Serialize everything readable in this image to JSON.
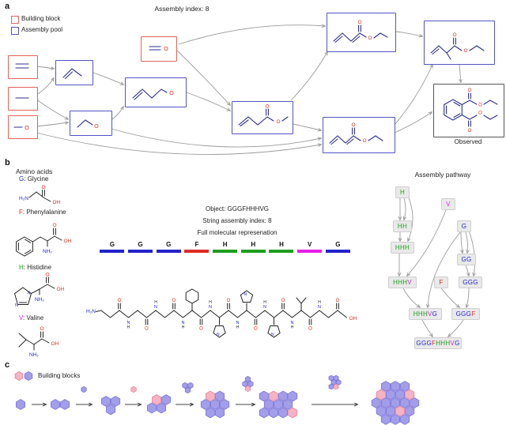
{
  "panel_a": {
    "label": "a",
    "title": "Assembly index: 8",
    "legend": [
      {
        "label": "Building block"
      },
      {
        "label": "Assembly pool"
      }
    ],
    "observed_label": "Observed"
  },
  "panel_b": {
    "label": "b",
    "amino_acids_title": "Amino acids",
    "amino_acids": [
      {
        "abbr": "G:",
        "name": "Glycine"
      },
      {
        "abbr": "F:",
        "name": "Phenylalanine"
      },
      {
        "abbr": "H:",
        "name": "Histidine"
      },
      {
        "abbr": "V:",
        "name": "Valine"
      }
    ],
    "object_line": "Object: GGGFHHHVG",
    "index_line": "String assembly index: 8",
    "representation_line": "Full molecular represenation",
    "sequence": [
      "G",
      "G",
      "G",
      "F",
      "H",
      "H",
      "H",
      "V",
      "G"
    ],
    "pathway_title": "Assembly pathway",
    "pathway_nodes": [
      "H",
      "V",
      "HH",
      "G",
      "HHH",
      "GG",
      "HHHV",
      "F",
      "GGG",
      "HHHVG",
      "GGGF",
      "GGGFHHHVG"
    ]
  },
  "panel_c": {
    "label": "c",
    "legend_label": "Building blocks",
    "steps": [
      [
        [
          0,
          0,
          "p"
        ]
      ],
      [
        [
          0,
          0,
          "p"
        ],
        [
          1,
          0,
          "p"
        ]
      ],
      [
        [
          0,
          0,
          "p"
        ],
        [
          1,
          0,
          "p"
        ],
        [
          0,
          1,
          "p"
        ]
      ],
      [
        [
          0,
          0,
          "k"
        ],
        [
          1,
          0,
          "p"
        ],
        [
          -1,
          1,
          "p"
        ],
        [
          0,
          1,
          "p"
        ]
      ],
      [
        [
          0,
          0,
          "p"
        ],
        [
          1,
          0,
          "p"
        ],
        [
          -1,
          0,
          "p"
        ],
        [
          0,
          1,
          "p"
        ],
        [
          -1,
          1,
          "p"
        ],
        [
          0,
          -1,
          "k"
        ],
        [
          1,
          -1,
          "p"
        ]
      ],
      [
        [
          0,
          0,
          "p"
        ],
        [
          1,
          0,
          "p"
        ],
        [
          -1,
          0,
          "p"
        ],
        [
          0,
          1,
          "p"
        ],
        [
          -1,
          1,
          "p"
        ],
        [
          0,
          -1,
          "k"
        ],
        [
          1,
          -1,
          "p"
        ],
        [
          2,
          -1,
          "p"
        ],
        [
          1,
          1,
          "k"
        ],
        [
          -2,
          1,
          "p"
        ],
        [
          -1,
          -1,
          "p"
        ]
      ],
      [
        [
          0,
          0,
          "p"
        ],
        [
          1,
          0,
          "p"
        ],
        [
          2,
          0,
          "p"
        ],
        [
          -1,
          0,
          "p"
        ],
        [
          -2,
          0,
          "p"
        ],
        [
          0,
          1,
          "k"
        ],
        [
          0,
          2,
          "p"
        ],
        [
          0,
          -1,
          "p"
        ],
        [
          0,
          -2,
          "p"
        ],
        [
          1,
          1,
          "p"
        ],
        [
          1,
          -1,
          "p"
        ],
        [
          1,
          -2,
          "p"
        ],
        [
          2,
          -1,
          "k"
        ],
        [
          2,
          -2,
          "p"
        ],
        [
          -1,
          1,
          "p"
        ],
        [
          -1,
          2,
          "p"
        ],
        [
          -1,
          -1,
          "k"
        ],
        [
          -2,
          1,
          "p"
        ],
        [
          -2,
          2,
          "p"
        ]
      ]
    ],
    "addends": [
      [
        [
          0,
          0,
          "p"
        ]
      ],
      [
        [
          0,
          0,
          "k"
        ]
      ],
      [
        [
          0,
          0,
          "p"
        ],
        [
          1,
          0,
          "p"
        ],
        [
          0,
          1,
          "p"
        ]
      ],
      [
        [
          0,
          0,
          "p"
        ],
        [
          1,
          0,
          "p"
        ],
        [
          0,
          1,
          "k"
        ],
        [
          1,
          -1,
          "p"
        ]
      ],
      [
        [
          0,
          0,
          "p"
        ],
        [
          1,
          0,
          "p"
        ],
        [
          -1,
          1,
          "p"
        ],
        [
          0,
          1,
          "k"
        ],
        [
          1,
          -1,
          "p"
        ],
        [
          0,
          -1,
          "p"
        ]
      ]
    ]
  },
  "chem": {
    "O": "O",
    "OH": "OH",
    "H2N": "H₂N",
    "NH2": "NH₂",
    "N": "N",
    "H": "H"
  },
  "letter_colors": {
    "G": "#2222cc",
    "F": "#e02b20",
    "H": "#1e9e1e",
    "V": "#e81ee8"
  },
  "colors": {
    "building_block_border": "#e0635a",
    "assembly_pool_border": "#5353c6",
    "observed_border": "#555555",
    "arrow": "#9a9a9a",
    "bond": "#2e2e8f",
    "oxygen": "#e02b20",
    "nitrogen": "#2222cc",
    "hex_purple": "#a39ee9",
    "hex_pink": "#f5b3c3",
    "node_bg": "#e9e9e9"
  }
}
